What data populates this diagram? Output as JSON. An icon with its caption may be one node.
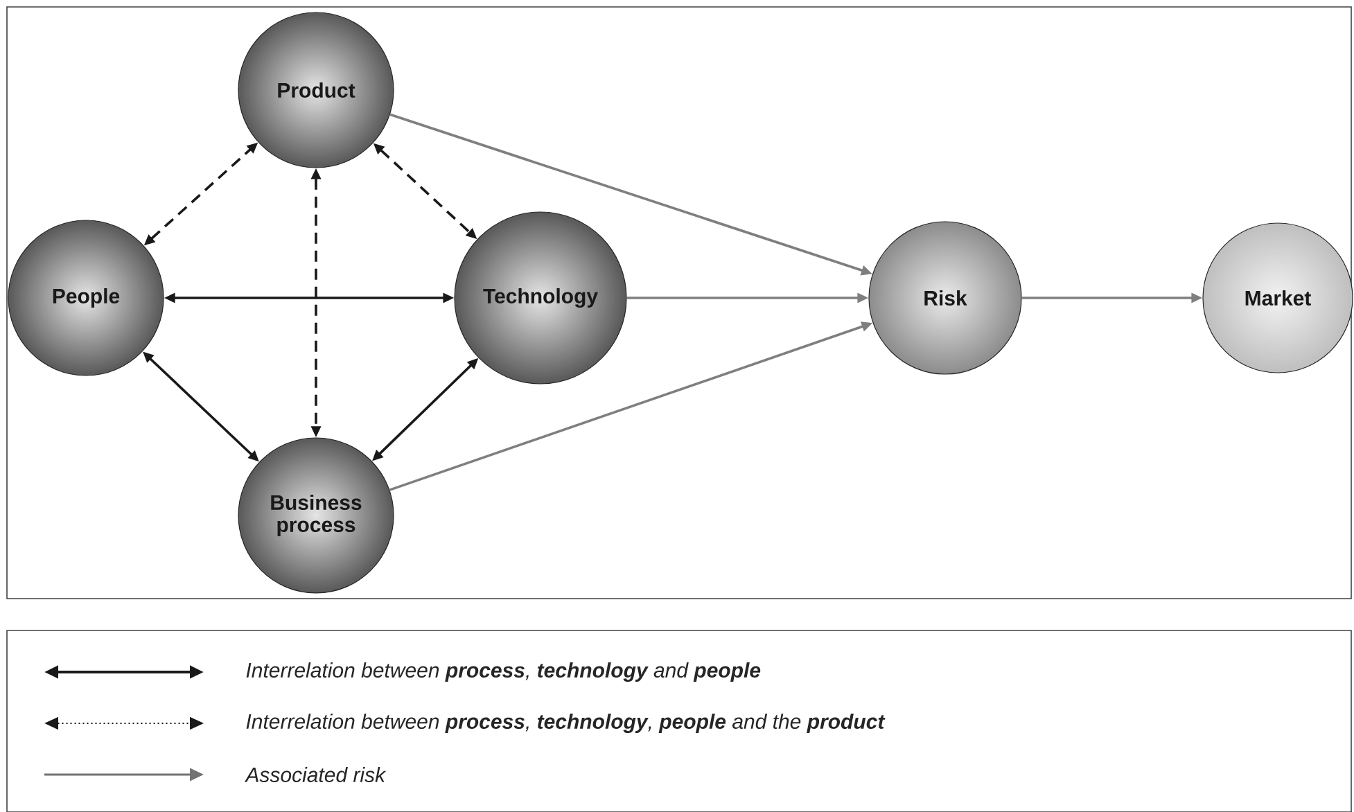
{
  "diagram": {
    "nodes": [
      {
        "text": [
          "Product"
        ]
      },
      {
        "text": [
          "People"
        ]
      },
      {
        "text": [
          "Technology"
        ]
      },
      {
        "text": [
          "Business process"
        ]
      },
      {
        "text": [
          "Risk"
        ]
      },
      {
        "text": [
          "Market"
        ]
      }
    ],
    "edges": [
      {
        "from": 1,
        "to": 0,
        "arrow": "both",
        "style": "dashed"
      },
      {
        "from": 0,
        "to": 2,
        "arrow": "both",
        "style": "dashed"
      },
      {
        "from": 0,
        "to": 3,
        "arrow": "both",
        "style": "dashed"
      },
      {
        "from": 1,
        "to": 2,
        "arrow": "both"
      },
      {
        "from": 1,
        "to": 3,
        "arrow": "both"
      },
      {
        "from": 2,
        "to": 3,
        "arrow": "both"
      },
      {
        "from": 0,
        "to": 4,
        "arrow": "to",
        "color": "#7f7f7f"
      },
      {
        "from": 2,
        "to": 4,
        "arrow": "to",
        "color": "#7f7f7f"
      },
      {
        "from": 3,
        "to": 4,
        "arrow": "to",
        "color": "#7f7f7f"
      },
      {
        "from": 4,
        "to": 5,
        "arrow": "to",
        "color": "#7f7f7f"
      }
    ],
    "legend": [
      {
        "text": "Interrelation between **process**, **technology** and **people**"
      },
      {
        "text": "Interrelation between **process**, **technology**, **people** and the **product**"
      },
      {
        "text": "Associated risk"
      }
    ]
  }
}
